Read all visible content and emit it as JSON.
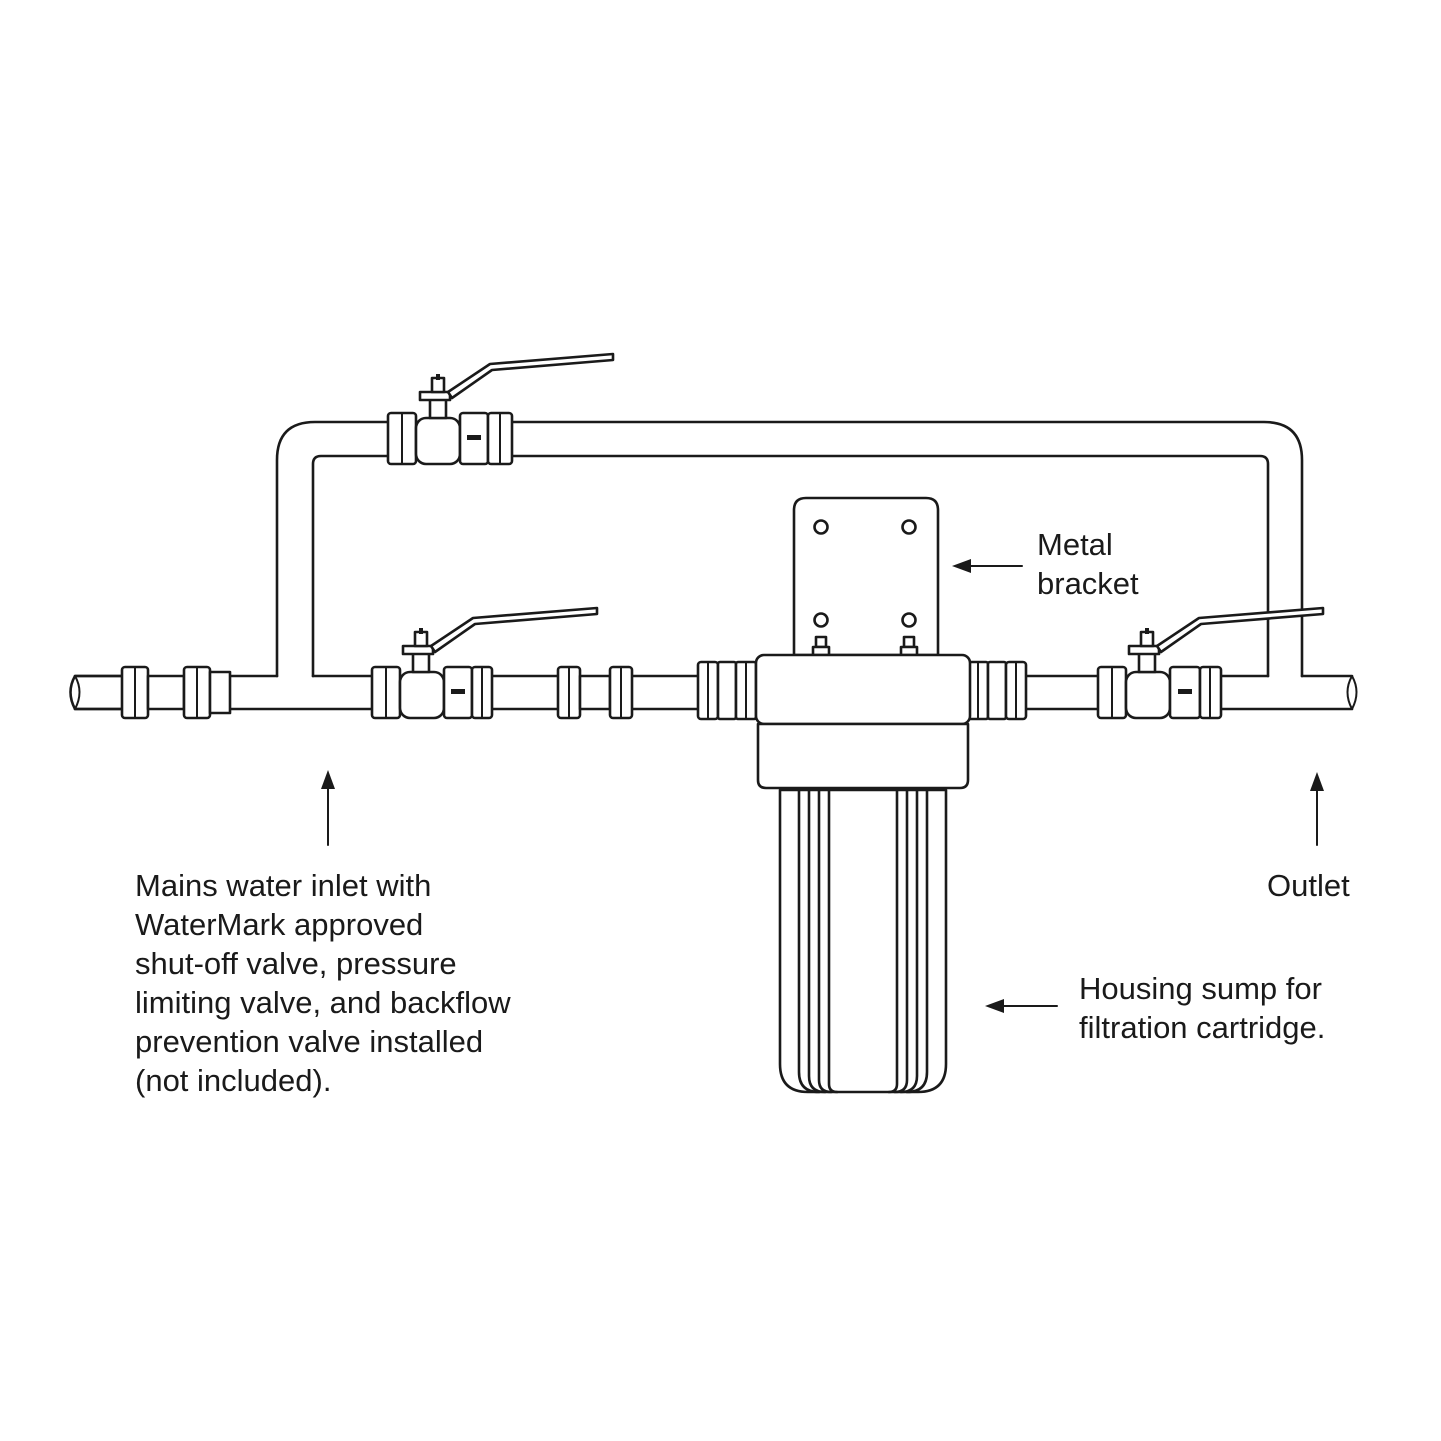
{
  "labels": {
    "inlet": "Mains water inlet with\nWaterMark approved\nshut-off valve, pressure\nlimiting valve, and backflow\nprevention valve installed\n(not included).",
    "outlet": "Outlet",
    "bracket": "Metal\nbracket",
    "sump": "Housing sump for\nfiltration cartridge."
  },
  "colors": {
    "line": "#1a1a1a",
    "background": "#ffffff"
  }
}
